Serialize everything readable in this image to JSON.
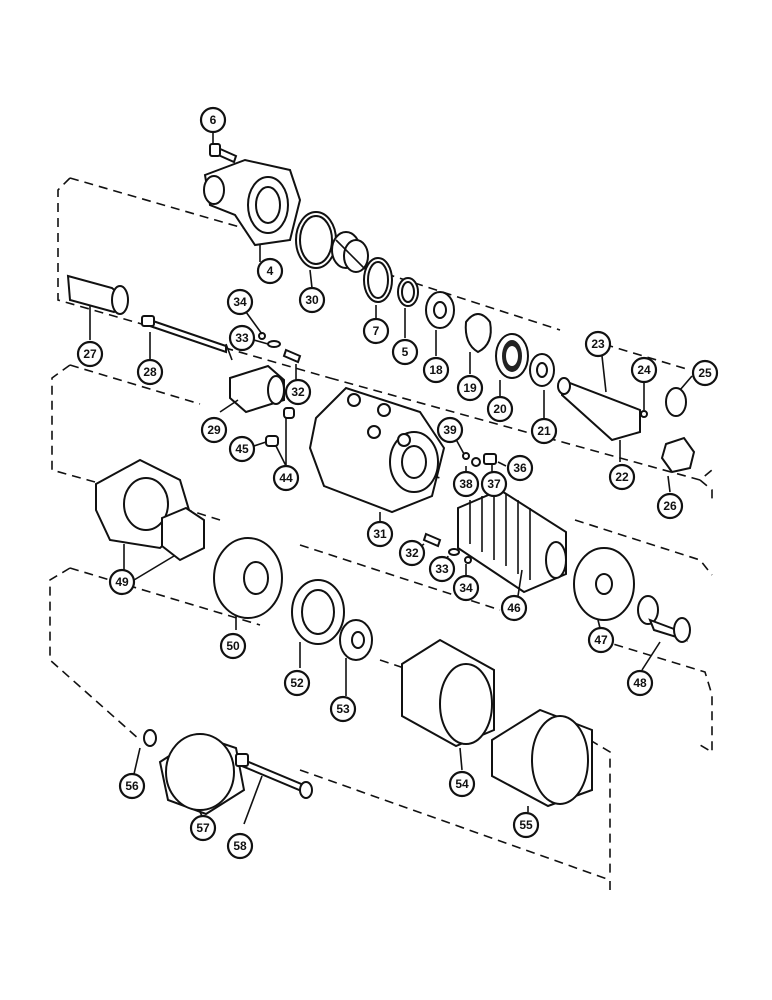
{
  "callouts": [
    {
      "id": "c6",
      "label": "6"
    },
    {
      "id": "c4",
      "label": "4"
    },
    {
      "id": "c30",
      "label": "30"
    },
    {
      "id": "c7",
      "label": "7"
    },
    {
      "id": "c5",
      "label": "5"
    },
    {
      "id": "c18",
      "label": "18"
    },
    {
      "id": "c19",
      "label": "19"
    },
    {
      "id": "c20",
      "label": "20"
    },
    {
      "id": "c21",
      "label": "21"
    },
    {
      "id": "c23",
      "label": "23"
    },
    {
      "id": "c24",
      "label": "24"
    },
    {
      "id": "c25",
      "label": "25"
    },
    {
      "id": "c22",
      "label": "22"
    },
    {
      "id": "c26",
      "label": "26"
    },
    {
      "id": "c27",
      "label": "27"
    },
    {
      "id": "c28",
      "label": "28"
    },
    {
      "id": "c34a",
      "label": "34"
    },
    {
      "id": "c33a",
      "label": "33"
    },
    {
      "id": "c32a",
      "label": "32"
    },
    {
      "id": "c29",
      "label": "29"
    },
    {
      "id": "c45",
      "label": "45"
    },
    {
      "id": "c44",
      "label": "44"
    },
    {
      "id": "c31",
      "label": "31"
    },
    {
      "id": "c39",
      "label": "39"
    },
    {
      "id": "c38",
      "label": "38"
    },
    {
      "id": "c37",
      "label": "37"
    },
    {
      "id": "c36",
      "label": "36"
    },
    {
      "id": "c49",
      "label": "49"
    },
    {
      "id": "c32b",
      "label": "32"
    },
    {
      "id": "c33b",
      "label": "33"
    },
    {
      "id": "c34b",
      "label": "34"
    },
    {
      "id": "c46",
      "label": "46"
    },
    {
      "id": "c47",
      "label": "47"
    },
    {
      "id": "c50",
      "label": "50"
    },
    {
      "id": "c52",
      "label": "52"
    },
    {
      "id": "c53",
      "label": "53"
    },
    {
      "id": "c48",
      "label": "48"
    },
    {
      "id": "c54",
      "label": "54"
    },
    {
      "id": "c55",
      "label": "55"
    },
    {
      "id": "c56",
      "label": "56"
    },
    {
      "id": "c57",
      "label": "57"
    },
    {
      "id": "c58",
      "label": "58"
    }
  ]
}
